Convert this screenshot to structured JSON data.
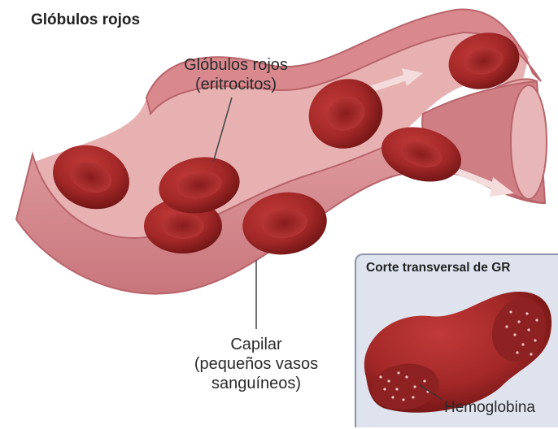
{
  "title": "Glóbulos rojos",
  "labels": {
    "rbc": [
      "Glóbulos rojos",
      "(eritrocitos)"
    ],
    "capillary": [
      "Capilar",
      "(pequeños vasos",
      "sanguíneos)"
    ]
  },
  "inset": {
    "title": "Corte transversal de GR",
    "hemoglobin_label": "Hemoglobina"
  },
  "colors": {
    "vessel": "#d88e92",
    "vessel_wall": "#c6747a",
    "rbc": "#a42a2a",
    "rbc_dark": "#7a1a1a",
    "inset_bg": "#dfe3ee"
  }
}
